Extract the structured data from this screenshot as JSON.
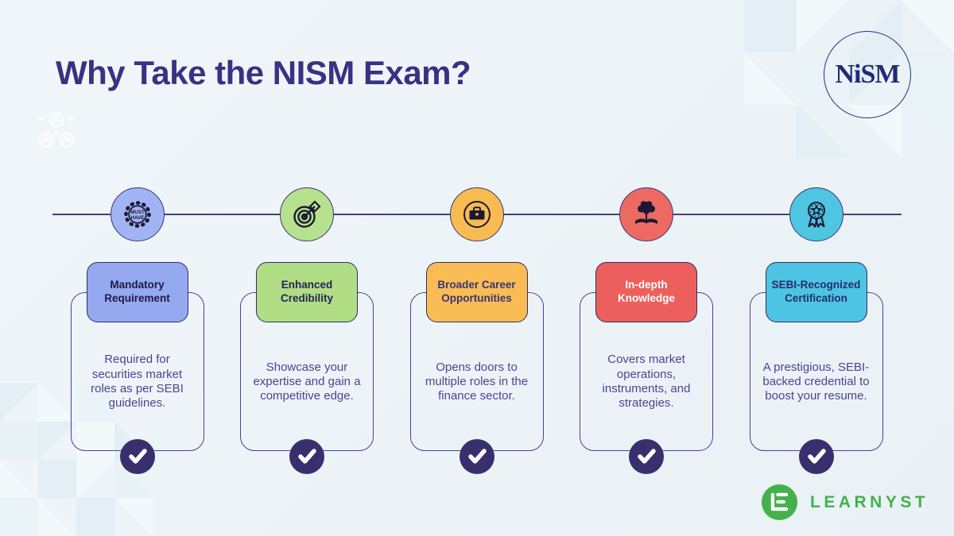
{
  "title": "Why Take the NISM Exam?",
  "brand": {
    "nism_logo_text": "NiSM",
    "learnyst_logo_text": "LEARNYST",
    "learnyst_green": "#45B14B",
    "nism_navy": "#222A78"
  },
  "colors": {
    "title": "#3A3182",
    "body_text": "#4B4492",
    "icon_ink": "#1C1833",
    "check_bg": "#382F6D",
    "timeline": "#43407E"
  },
  "columns": [
    {
      "icon": "must-have-stamp-icon",
      "icon_label_lines": [
        "MUST",
        "HAVE"
      ],
      "circle_color": "#A2B3F3",
      "box_color": "#95A9F1",
      "label_text_color": "#1E1A40",
      "label": "Mandatory Requirement",
      "description": "Required for securities market roles as per SEBI guidelines."
    },
    {
      "icon": "target-dart-icon",
      "circle_color": "#B6E18E",
      "box_color": "#B1DE84",
      "label_text_color": "#252457",
      "label": "Enhanced Credibility",
      "description": "Showcase your expertise and gain a competitive edge."
    },
    {
      "icon": "briefcase-icon",
      "circle_color": "#F7BB52",
      "box_color": "#F9BC55",
      "label_text_color": "#3A3573",
      "label": "Broader Career Opportunities",
      "description": "Opens doors to multiple roles in the finance sector."
    },
    {
      "icon": "knowledge-tree-icon",
      "circle_color": "#ED6A62",
      "box_color": "#EC5F5C",
      "label_text_color": "#FFFFFF",
      "label": "In-depth Knowledge",
      "description": "Covers market operations, instruments, and strategies."
    },
    {
      "icon": "medal-ribbon-icon",
      "circle_color": "#4FC6E1",
      "box_color": "#4DC4E3",
      "label_text_color": "#232E66",
      "label": "SEBI-Recognized Certification",
      "description": "A prestigious, SEBI-backed credential to boost your resume."
    }
  ]
}
